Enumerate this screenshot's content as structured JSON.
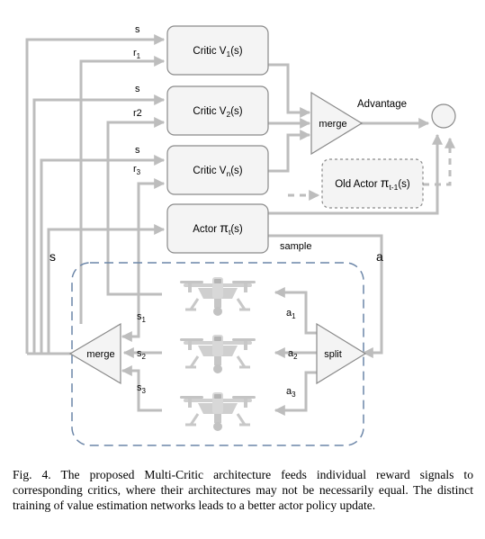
{
  "colors": {
    "arrow": "#bdbdbd",
    "box_stroke": "#8a8a8a",
    "box_fill": "#f4f4f4",
    "dashed_frame": "#6c86a8",
    "drone": "#c8c8c8"
  },
  "critics": [
    {
      "label_main": "Critic V",
      "label_sub": "1",
      "label_tail": "(s)",
      "input_s": "s",
      "input_r_main": "r",
      "input_r_sub": "1"
    },
    {
      "label_main": "Critic V",
      "label_sub": "2",
      "label_tail": "(s)",
      "input_s": "s",
      "input_r_main": "r2",
      "input_r_sub": ""
    },
    {
      "label_main": "Critic V",
      "label_sub": "n",
      "label_tail": "(s)",
      "input_s": "s",
      "input_r_main": "r",
      "input_r_sub": "3"
    }
  ],
  "merge_top": {
    "label": "merge"
  },
  "advantage_label": "Advantage",
  "old_actor": {
    "label_main": "Old Actor ",
    "label_pi": "π",
    "label_sub": "t-1",
    "label_tail": "(s)"
  },
  "actor": {
    "label_main": "Actor ",
    "label_pi": "π",
    "label_sub": "t",
    "label_tail": "(s)"
  },
  "sample_label": "sample",
  "s_label": "s",
  "a_label": "a",
  "merge_bottom": {
    "label": "merge"
  },
  "split": {
    "label": "split"
  },
  "state_labels": [
    {
      "main": "s",
      "sub": "1"
    },
    {
      "main": "s",
      "sub": "2"
    },
    {
      "main": "s",
      "sub": "3"
    }
  ],
  "action_labels": [
    {
      "main": "a",
      "sub": "1"
    },
    {
      "main": "a",
      "sub": "2"
    },
    {
      "main": "a",
      "sub": "3"
    }
  ],
  "drone_icons": [
    "drone-icon",
    "drone-icon",
    "drone-icon"
  ],
  "caption": "Fig. 4.  The proposed Multi-Critic architecture feeds individual reward signals to corresponding critics, where their architectures may not be necessarily equal. The distinct training of value estimation networks leads to a better actor policy update."
}
